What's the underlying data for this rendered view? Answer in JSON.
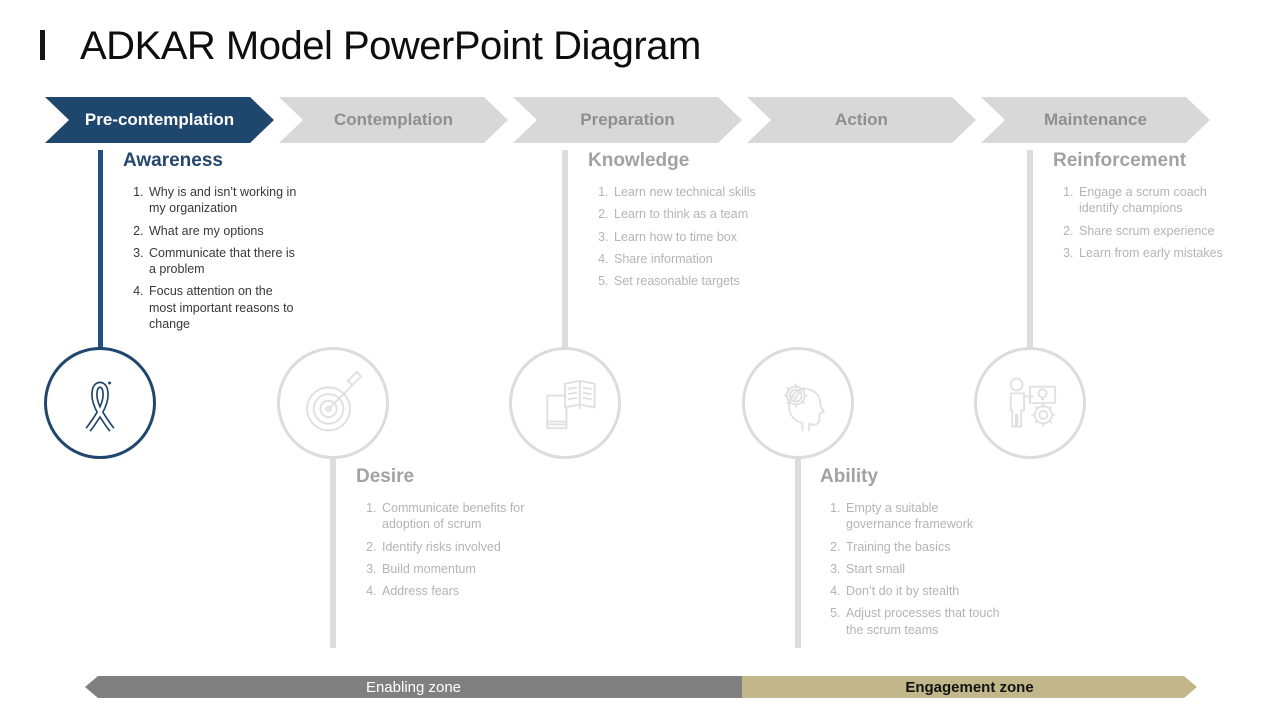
{
  "title": "ADKAR Model PowerPoint Diagram",
  "colors": {
    "navy": "#1f476e",
    "chevron_gray": "#d8d8d8",
    "chevron_text_gray": "#8f8f8f",
    "section_title_gray": "#a2a2a2",
    "section_text_gray": "#b4b4b4",
    "dark_text": "#383838",
    "connector_light_gray": "#dddddd",
    "enabling_zone_gray": "#808080",
    "engagement_zone_tan": "#c1b78a"
  },
  "stages": [
    "Pre-contemplation",
    "Contemplation",
    "Preparation",
    "Action",
    "Maintenance"
  ],
  "sections": [
    {
      "id": "awareness",
      "title": "Awareness",
      "icon": "awareness-ribbon-icon",
      "position": "top",
      "active": true,
      "items": [
        "Why is and isn’t working in my organization",
        "What are my options",
        "Communicate that there is a problem",
        "Focus attention on the most important reasons to change"
      ]
    },
    {
      "id": "desire",
      "title": "Desire",
      "icon": "target-dart-icon",
      "position": "bottom",
      "active": false,
      "items": [
        "Communicate benefits for adoption of scrum",
        "Identify risks involved",
        "Build momentum",
        "Address fears"
      ]
    },
    {
      "id": "knowledge",
      "title": "Knowledge",
      "icon": "open-book-icon",
      "position": "top",
      "active": false,
      "items": [
        "Learn new technical skills",
        "Learn to think as a team",
        "Learn how to time box",
        "Share information",
        "Set reasonable targets"
      ]
    },
    {
      "id": "ability",
      "title": "Ability",
      "icon": "head-gear-icon",
      "position": "bottom",
      "active": false,
      "items": [
        "Empty a suitable governance framework",
        "Training the basics",
        "Start small",
        "Don’t do it by stealth",
        "Adjust processes that touch the scrum teams"
      ]
    },
    {
      "id": "reinforcement",
      "title": "Reinforcement",
      "icon": "person-gears-icon",
      "position": "top",
      "active": false,
      "items": [
        "Engage a scrum coach identify champions",
        "Share scrum experience",
        "Learn from early mistakes"
      ]
    }
  ],
  "zones": [
    {
      "label": "Enabling zone"
    },
    {
      "label": "Engagement zone"
    }
  ]
}
